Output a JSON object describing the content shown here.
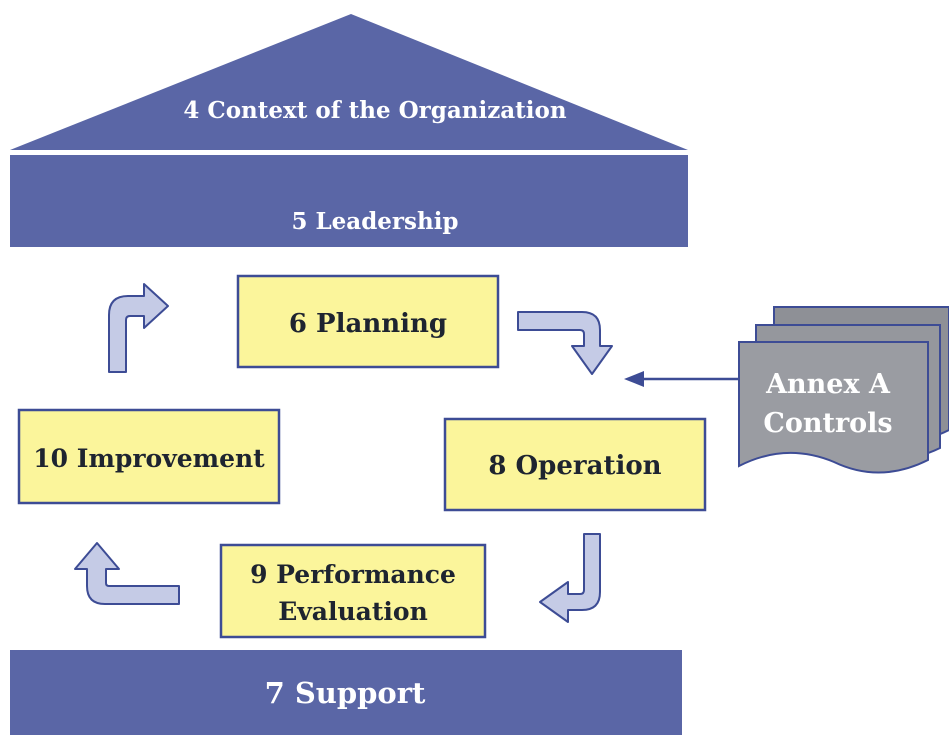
{
  "roof": {
    "label": "4 Context of the Organization"
  },
  "leadership": {
    "label": "5 Leadership"
  },
  "support": {
    "label": "7 Support"
  },
  "boxes": {
    "planning": "6 Planning",
    "operation": "8 Operation",
    "performance_line1": "9 Performance",
    "performance_line2": "Evaluation",
    "improvement": "10 Improvement"
  },
  "annex": {
    "line1": "Annex A",
    "line2": "Controls"
  },
  "colors": {
    "navy": "#5a66a6",
    "box_fill": "#fbf59b",
    "box_border": "#3d4c95",
    "arrow_fill": "#c5cbe6",
    "arrow_stroke": "#3d4c95",
    "annex_fill": "#9a9ca2"
  }
}
